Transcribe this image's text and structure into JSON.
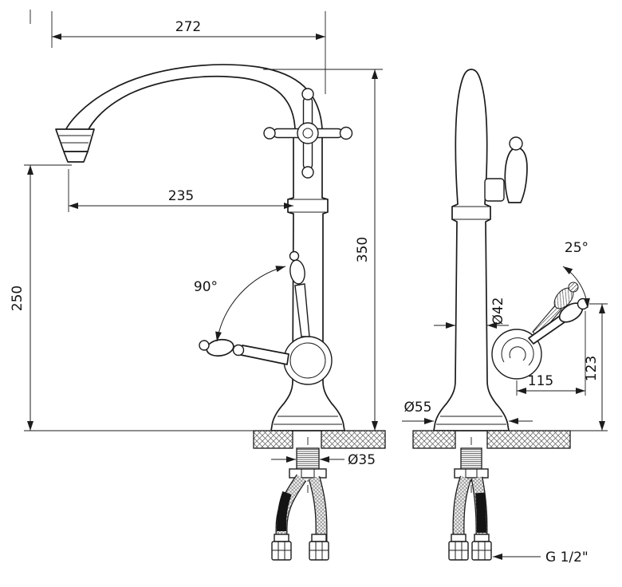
{
  "drawing": {
    "subject": "kitchen faucet two-view technical drawing",
    "colors": {
      "line": "#1c1c1c",
      "background": "#ffffff",
      "rubber_hose": "#141414"
    }
  },
  "front_view": {
    "dim_overall_reach": "272",
    "dim_spout_reach": "235",
    "dim_spout_height": "250",
    "dim_total_height": "350",
    "dim_handle_swing": "90°",
    "dim_mount_hole": "Ø35"
  },
  "side_view": {
    "dim_handle_tilt": "25°",
    "dim_body_diameter": "Ø42",
    "dim_handle_height": "123",
    "dim_handle_reach": "115",
    "dim_base_diameter": "Ø55",
    "dim_connection_thread": "G 1/2\""
  }
}
